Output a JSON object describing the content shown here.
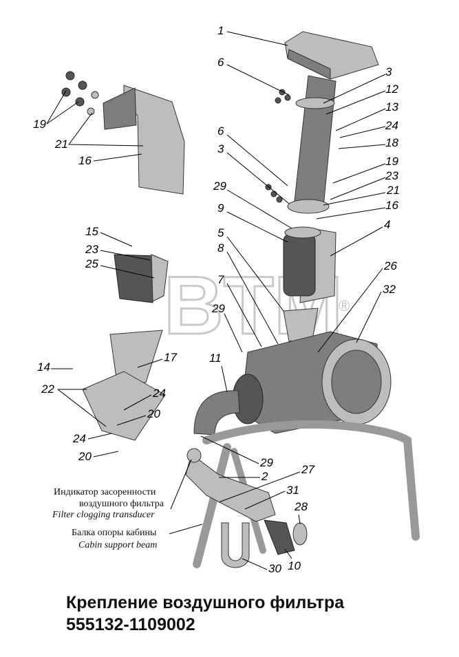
{
  "title": {
    "line1": "Крепление воздушного фильтра",
    "line2": "555132-1109002"
  },
  "watermark": {
    "text": "BTM",
    "mark": "®"
  },
  "annotations": {
    "filter_indicator_ru": "Индикатор засоренности",
    "filter_indicator_ru2": "воздушного фильтра",
    "filter_indicator_en": "Filter clogging transducer",
    "beam_ru": "Балка опоры кабины",
    "beam_en": "Cabin support beam"
  },
  "callouts": [
    "1",
    "6",
    "3",
    "12",
    "13",
    "24",
    "18",
    "19",
    "23",
    "21",
    "16",
    "6",
    "3",
    "29",
    "9",
    "5",
    "4",
    "8",
    "26",
    "7",
    "32",
    "29",
    "11",
    "19",
    "21",
    "16",
    "15",
    "23",
    "25",
    "14",
    "17",
    "22",
    "24",
    "20",
    "24",
    "20",
    "29",
    "2",
    "27",
    "31",
    "28",
    "30",
    "10"
  ],
  "colors": {
    "part": "#7e7e7e",
    "part_light": "#bdbdbd",
    "ink": "#000000"
  }
}
